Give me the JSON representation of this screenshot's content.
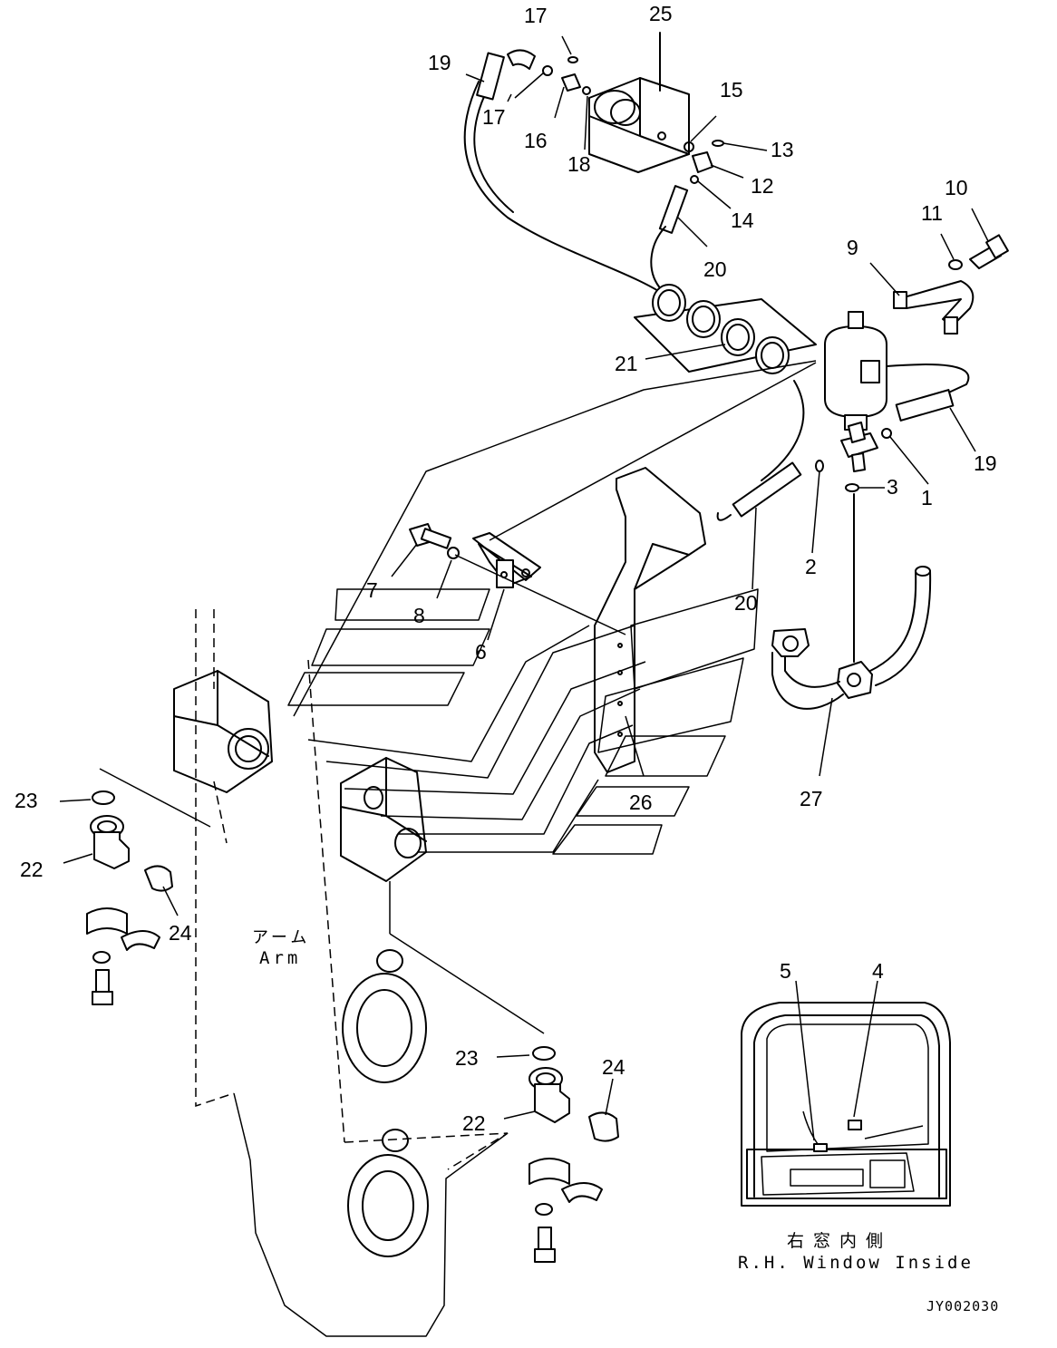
{
  "drawing_code": "JY002030",
  "arm_label_jp": "アーム",
  "arm_label_en": "Arm",
  "inset_label_jp": "右窓内側",
  "inset_label_en": "R.H. Window Inside",
  "callouts": [
    {
      "id": "c1",
      "text": "1"
    },
    {
      "id": "c2",
      "text": "2"
    },
    {
      "id": "c3",
      "text": "3"
    },
    {
      "id": "c4",
      "text": "4"
    },
    {
      "id": "c5",
      "text": "5"
    },
    {
      "id": "c6",
      "text": "6"
    },
    {
      "id": "c7",
      "text": "7"
    },
    {
      "id": "c8",
      "text": "8"
    },
    {
      "id": "c9",
      "text": "9"
    },
    {
      "id": "c10",
      "text": "10"
    },
    {
      "id": "c11",
      "text": "11"
    },
    {
      "id": "c12",
      "text": "12"
    },
    {
      "id": "c13",
      "text": "13"
    },
    {
      "id": "c14",
      "text": "14"
    },
    {
      "id": "c15",
      "text": "15"
    },
    {
      "id": "c16",
      "text": "16"
    },
    {
      "id": "c17a",
      "text": "17"
    },
    {
      "id": "c17b",
      "text": "17"
    },
    {
      "id": "c18",
      "text": "18"
    },
    {
      "id": "c19a",
      "text": "19"
    },
    {
      "id": "c19b",
      "text": "19"
    },
    {
      "id": "c20a",
      "text": "20"
    },
    {
      "id": "c20b",
      "text": "20"
    },
    {
      "id": "c21",
      "text": "21"
    },
    {
      "id": "c22a",
      "text": "22"
    },
    {
      "id": "c22b",
      "text": "22"
    },
    {
      "id": "c23a",
      "text": "23"
    },
    {
      "id": "c23b",
      "text": "23"
    },
    {
      "id": "c24a",
      "text": "24"
    },
    {
      "id": "c24b",
      "text": "24"
    },
    {
      "id": "c25",
      "text": "25"
    },
    {
      "id": "c26",
      "text": "26"
    },
    {
      "id": "c27",
      "text": "27"
    }
  ]
}
